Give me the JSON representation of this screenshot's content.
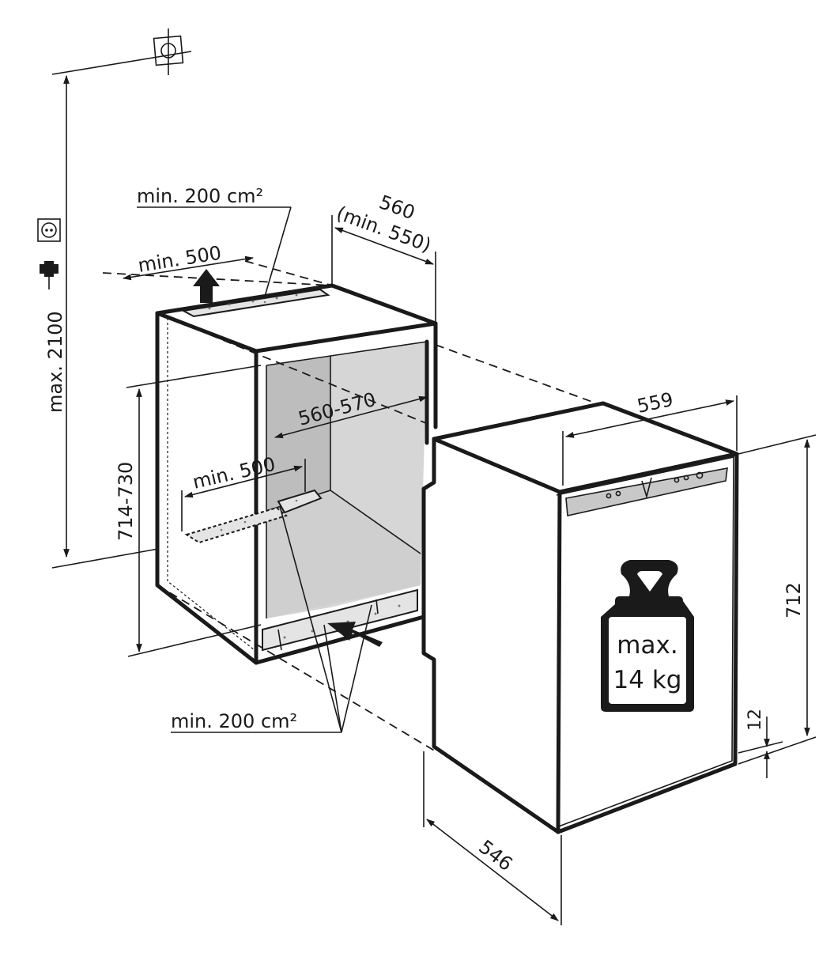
{
  "diagram": {
    "labels": {
      "top_vent": "min. 200 cm²",
      "width_niche": "560",
      "width_niche_min": "(min. 550)",
      "top_clearance": "min. 500",
      "max_height": "max. 2100",
      "niche_inner_width": "560-570",
      "niche_height": "714-730",
      "bottom_clearance": "min. 500",
      "appliance_width": "559",
      "appliance_height": "712",
      "plinth": "12",
      "bottom_vent": "min. 200 cm²",
      "appliance_depth": "546",
      "max_load_line1": "max.",
      "max_load_line2": "14 kg"
    },
    "icons": [
      "ceiling-mount-symbol-icon",
      "power-socket-icon",
      "power-plug-icon",
      "weight-icon",
      "airflow-arrow-icon"
    ],
    "colors": {
      "line": "#1a1a1a",
      "niche_interior": "#d6d6d6",
      "niche_back": "#bdbdbd",
      "vent_fill": "#e4e4e4"
    }
  }
}
